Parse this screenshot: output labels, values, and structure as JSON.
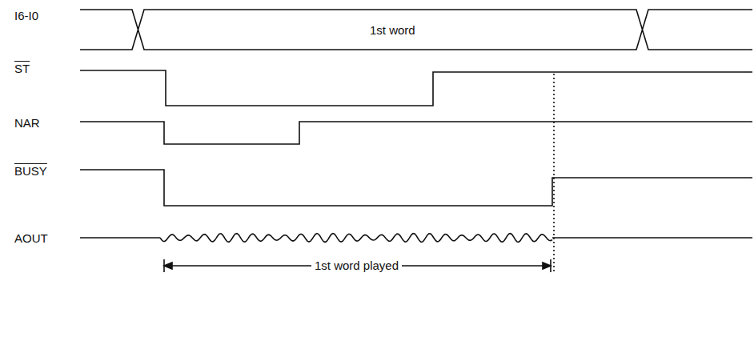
{
  "diagram": {
    "labels": [
      "I6-I0",
      "1st word",
      "ST",
      "NAR",
      "BUSY",
      "AOUT",
      "1st word played"
    ]
  }
}
